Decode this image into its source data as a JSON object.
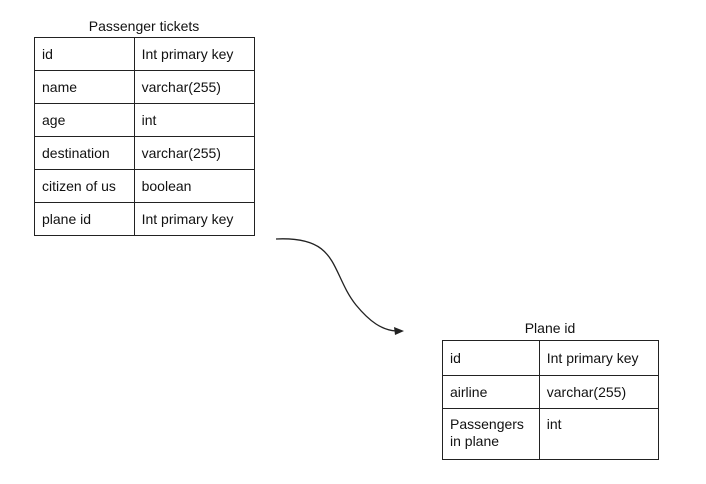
{
  "tables": [
    {
      "title": "Passenger tickets",
      "rows": [
        {
          "field": "id",
          "type": "Int primary key"
        },
        {
          "field": "name",
          "type": "varchar(255)"
        },
        {
          "field": "age",
          "type": "int"
        },
        {
          "field": "destination",
          "type": "varchar(255)"
        },
        {
          "field": "citizen of us",
          "type": "boolean"
        },
        {
          "field": "plane id",
          "type": "Int primary key"
        }
      ]
    },
    {
      "title": "Plane id",
      "rows": [
        {
          "field": "id",
          "type": "Int primary key"
        },
        {
          "field": "airline",
          "type": "varchar(255)"
        },
        {
          "field": "Passengers in plane",
          "type": "int"
        }
      ]
    }
  ],
  "colors": {
    "line": "#222222",
    "background": "#ffffff"
  }
}
